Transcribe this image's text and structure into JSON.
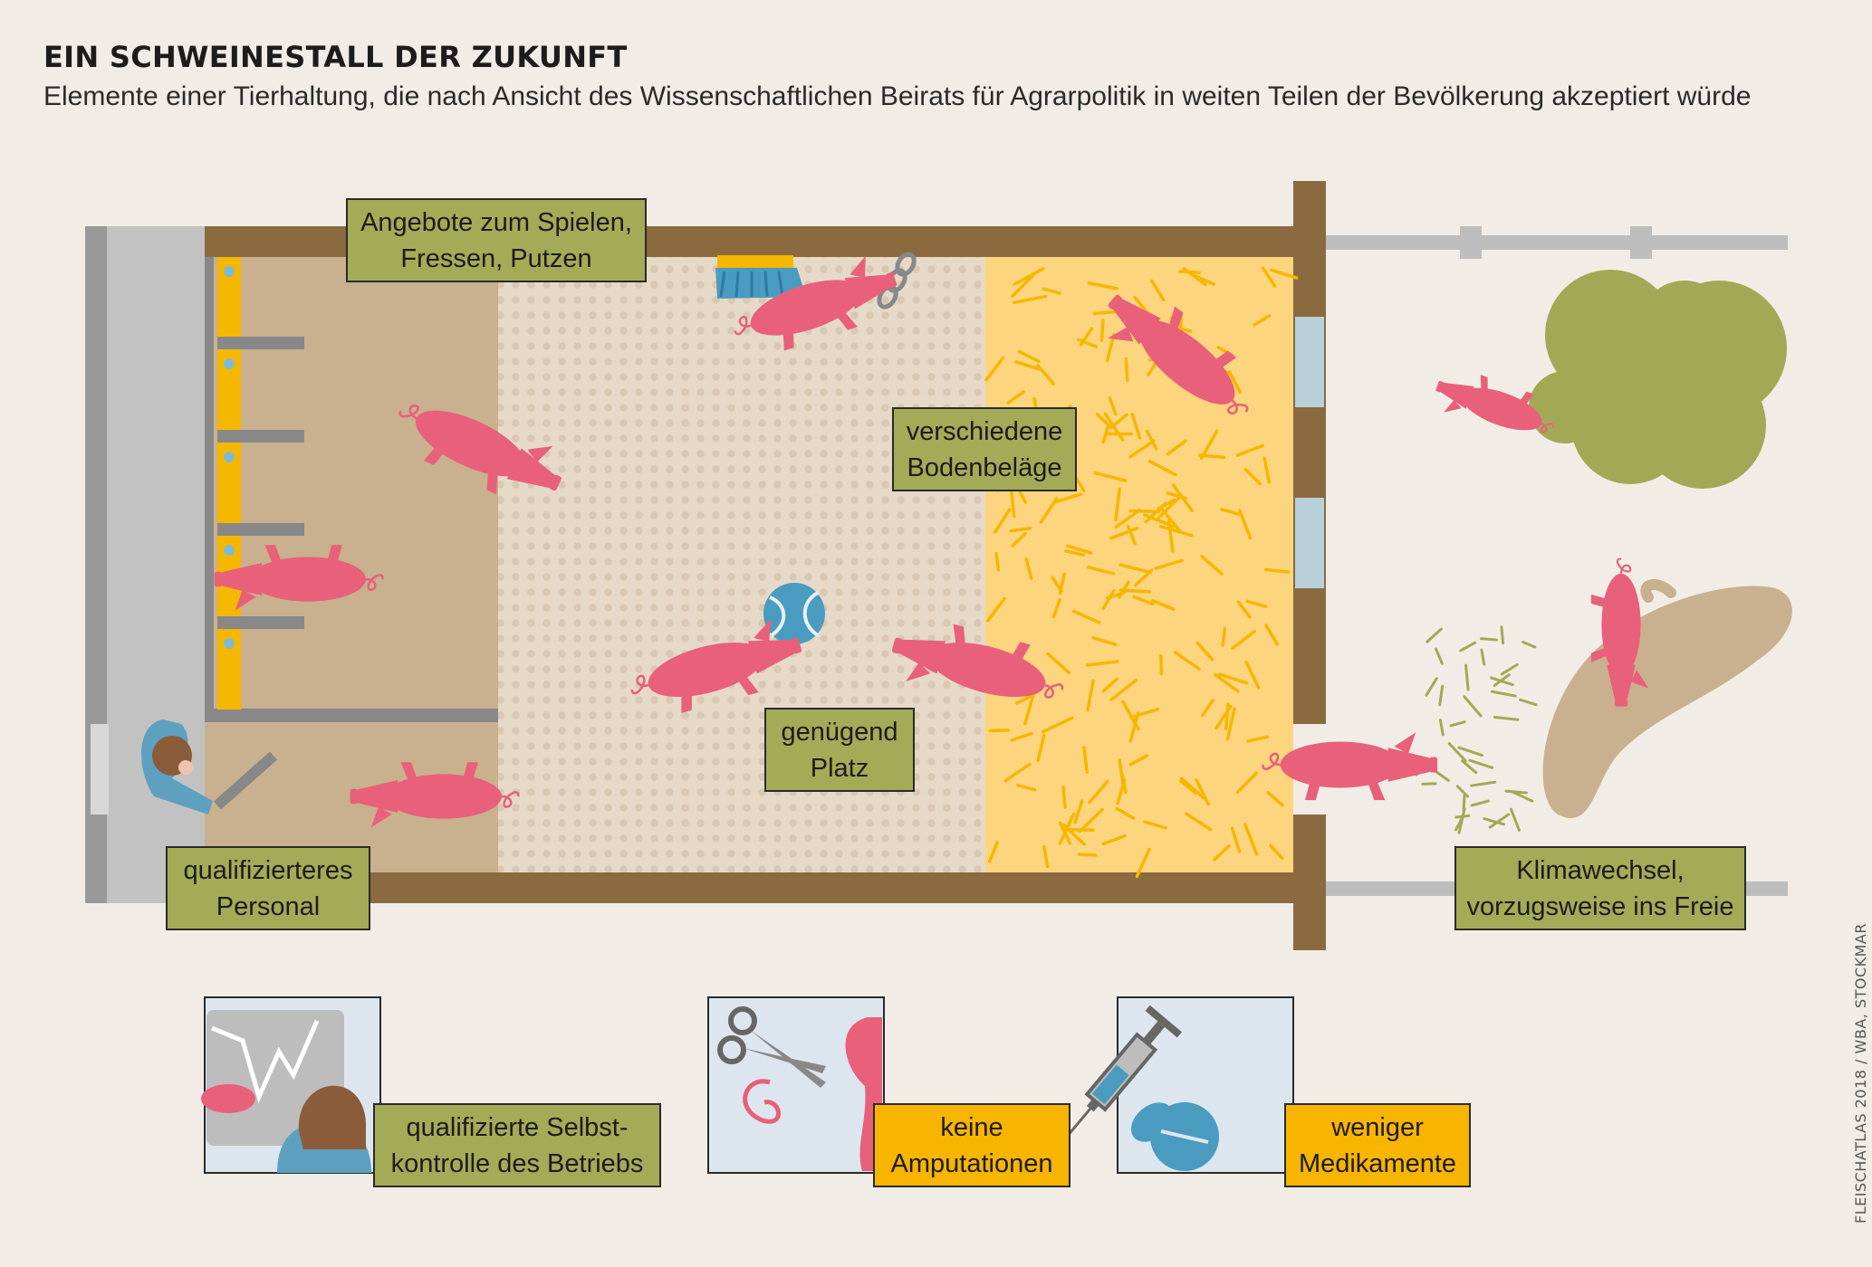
{
  "header": {
    "title": "EIN SCHWEINESTALL DER ZUKUNFT",
    "subtitle": "Elemente einer Tierhaltung, die nach Ansicht des Wissenschaftlichen Beirats für Agrarpolitik in weiten Teilen der Bevölkerung akzeptiert würde"
  },
  "labels": {
    "spielen": "Angebote zum Spielen,\nFressen, Putzen",
    "boden": "verschiedene\nBodenbeläge",
    "platz": "genügend\nPlatz",
    "personal": "qualifizierteres\nPersonal",
    "klima": "Klimawechsel,\nvorzugsweise ins Freie",
    "selbstkontrolle": "qualifizierte Selbst-\nkontrolle des Betriebs",
    "amputationen": "keine\nAmputationen",
    "medikamente": "weniger\nMedikamente"
  },
  "credit": "FLEISCHATLAS 2018 / WBA, STOCKMAR",
  "colors": {
    "background": "#f1ede6",
    "label_green": "#a3ab57",
    "label_orange": "#f7b500",
    "pig": "#e8607a",
    "wall": "#8b6a3f",
    "straw_floor": "#fdd57e",
    "straw": "#f5b700",
    "dotted_floor": "#e6d9c8",
    "solid_floor": "#c9b08f",
    "tree": "#a2a955",
    "mud": "#c9b08f",
    "fence": "#bdbdbd",
    "ball": "#4a9bc0",
    "person": "#5ea0c0"
  },
  "icons": [
    "scissors-icon",
    "syringe-icon",
    "pill-icon",
    "chart-icon",
    "ball-icon",
    "brush-icon",
    "chain-icon",
    "tree-icon"
  ]
}
